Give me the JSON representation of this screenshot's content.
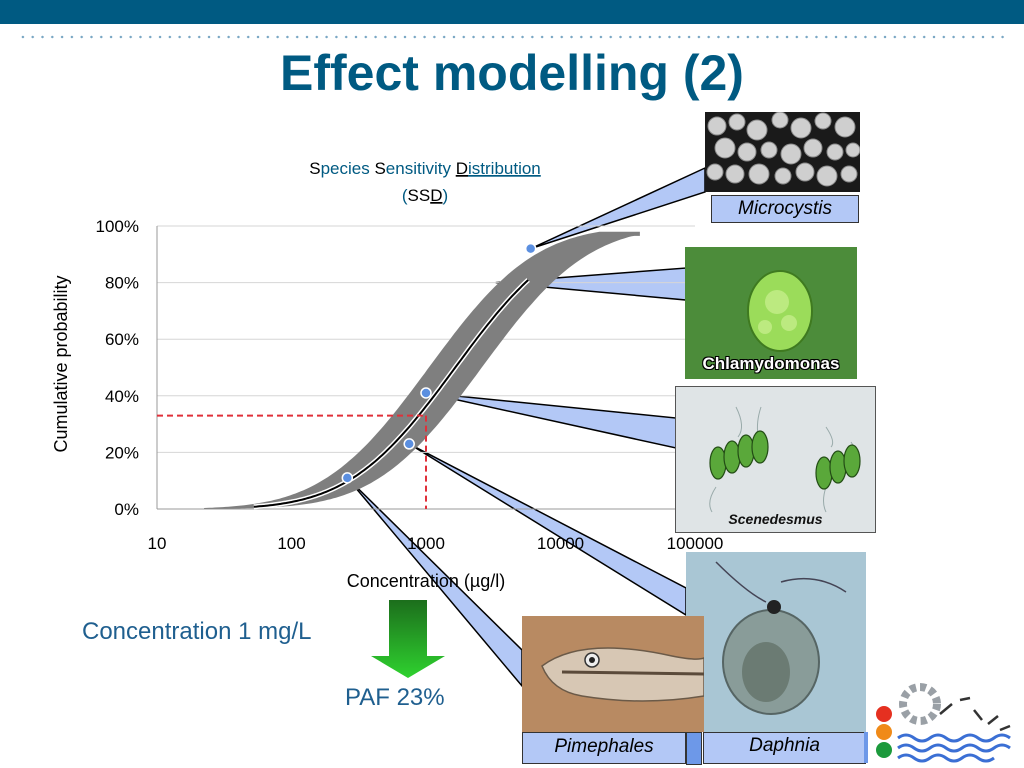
{
  "slide": {
    "title": "Effect modelling (2)",
    "concentration_text": "Concentration 1 mg/L",
    "paf_text": "PAF 23%"
  },
  "colors": {
    "brand": "#005a82",
    "band": "#7f7f7f",
    "callout": "#b3c8f6",
    "marker": "#5b8fe0",
    "dashed": "#e0303a",
    "arrow_green": "#1f9a1f"
  },
  "chart_data": {
    "type": "line",
    "title_line1": [
      {
        "text": "S",
        "accent": false,
        "underline": false
      },
      {
        "text": "pecies ",
        "accent": true,
        "underline": false
      },
      {
        "text": "S",
        "accent": false,
        "underline": false
      },
      {
        "text": "ensitivity ",
        "accent": true,
        "underline": false
      },
      {
        "text": "D",
        "accent": false,
        "underline": true
      },
      {
        "text": "istribution",
        "accent": true,
        "underline": true
      }
    ],
    "title_line2": [
      {
        "text": "(",
        "accent": true,
        "underline": false
      },
      {
        "text": "SS",
        "accent": false,
        "underline": false
      },
      {
        "text": "D",
        "accent": false,
        "underline": true
      },
      {
        "text": ")",
        "accent": true,
        "underline": false
      }
    ],
    "xlabel": "Concentration (µg/l)",
    "ylabel": "Cumulative probability",
    "xscale": "log",
    "xlim": [
      10,
      100000
    ],
    "ylim": [
      0,
      1
    ],
    "xticks": [
      10,
      100,
      1000,
      10000,
      100000
    ],
    "xtick_labels": [
      "10",
      "100",
      "1000",
      "10000",
      "100000"
    ],
    "yticks": [
      0,
      0.2,
      0.4,
      0.6,
      0.8,
      1.0
    ],
    "ytick_labels": [
      "0%",
      "20%",
      "40%",
      "60%",
      "80%",
      "100%"
    ],
    "grid": "horizontal",
    "ssd_curve": {
      "median": 1650,
      "log_sigma": 0.62
    },
    "confidence_band": {
      "lower_median": 1050,
      "upper_median": 2600,
      "log_sigma": 0.62
    },
    "points": [
      {
        "x": 260,
        "y": 0.11,
        "species": "Pimephales"
      },
      {
        "x": 750,
        "y": 0.23,
        "species": "Daphnia"
      },
      {
        "x": 1000,
        "y": 0.41,
        "species": "Scenedesmus"
      },
      {
        "x": 6000,
        "y": 0.92,
        "species": "Microcystis"
      }
    ],
    "reference": {
      "x": 1000,
      "y": 0.33
    }
  },
  "species": {
    "microcystis": "Microcystis",
    "chlamydomonas": "Chlamydomonas",
    "scenedesmus": "Scenedesmus",
    "daphnia": "Daphnia",
    "pimephales": "Pimephales"
  }
}
